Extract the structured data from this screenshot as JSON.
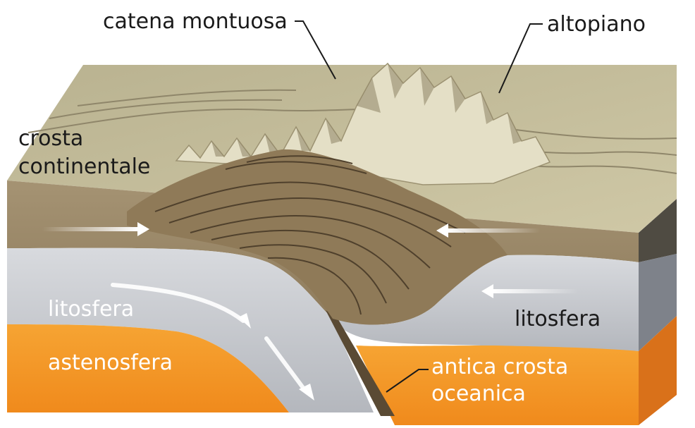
{
  "labels": {
    "mountain_range": "catena montuosa",
    "plateau": "altopiano",
    "continental_crust_line1": "crosta",
    "continental_crust_line2": "continentale",
    "lithosphere_left": "litosfera",
    "lithosphere_right": "litosfera",
    "asthenosphere": "astenosfera",
    "ancient_oceanic_crust_line1": "antica crosta",
    "ancient_oceanic_crust_line2": "oceanica"
  },
  "colors": {
    "surface": "#c9c3a0",
    "crust": "#a08f72",
    "crust_dark": "#8a7758",
    "lithosphere": "#c6c9cf",
    "asthenosphere": "#f39a2a",
    "arrow": "#ffffff"
  }
}
